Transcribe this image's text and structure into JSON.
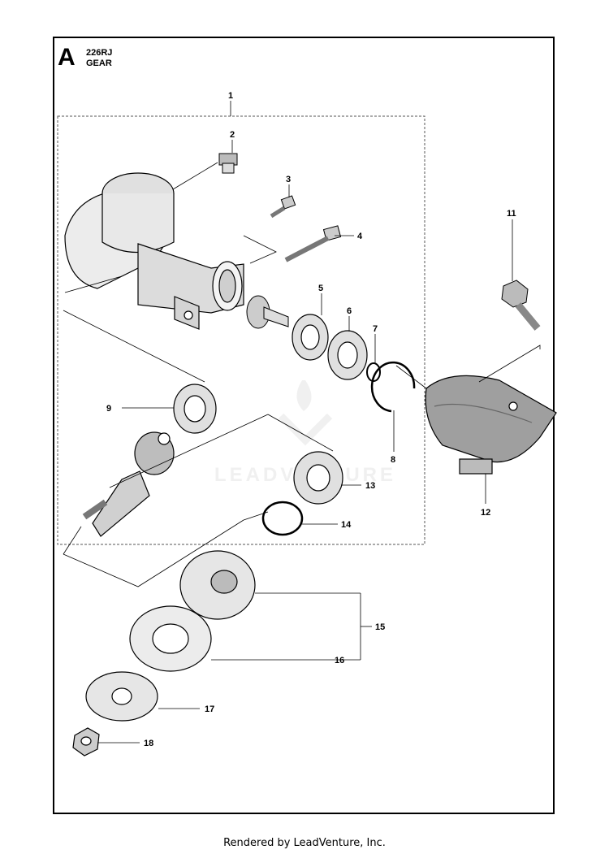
{
  "header": {
    "section_letter": "A",
    "model": "226RJ",
    "assembly": "GEAR"
  },
  "watermark": "LEADVENTURE",
  "footer": "Rendered by LeadVenture, Inc.",
  "callouts": [
    "1",
    "2",
    "3",
    "4",
    "5",
    "6",
    "7",
    "8",
    "9",
    "11",
    "12",
    "13",
    "14",
    "15",
    "16",
    "17",
    "18"
  ],
  "colors": {
    "line": "#000000",
    "part_fill": "#e6e6e6",
    "part_dark": "#b5b5b5",
    "watermark": "#e4e4e4"
  }
}
